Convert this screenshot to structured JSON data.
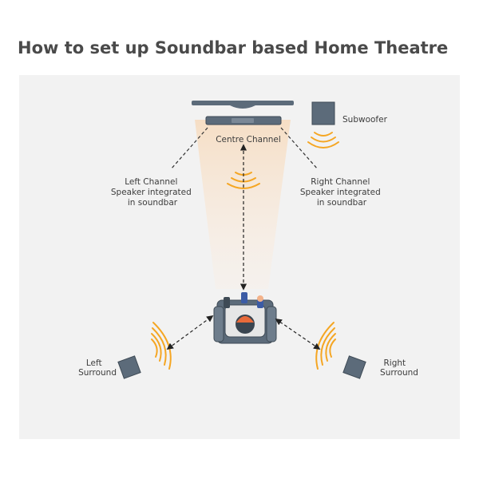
{
  "title": "How to set up Soundbar based Home Theatre",
  "labels": {
    "subwoofer": "Subwoofer",
    "centre_channel": "Centre Channel",
    "left_channel": [
      "Left Channel",
      "Speaker integrated",
      "in soundbar"
    ],
    "right_channel": [
      "Right Channel",
      "Speaker integrated",
      "in soundbar"
    ],
    "left_surround": [
      "Left",
      "Surround"
    ],
    "right_surround": [
      "Right",
      "Surround"
    ]
  },
  "colors": {
    "speaker": "#5c6b7a",
    "sound_wave": "#f5a623",
    "beam": "#f9e6d2",
    "panel": "#f2f2f2",
    "title": "#4a4a4a"
  }
}
